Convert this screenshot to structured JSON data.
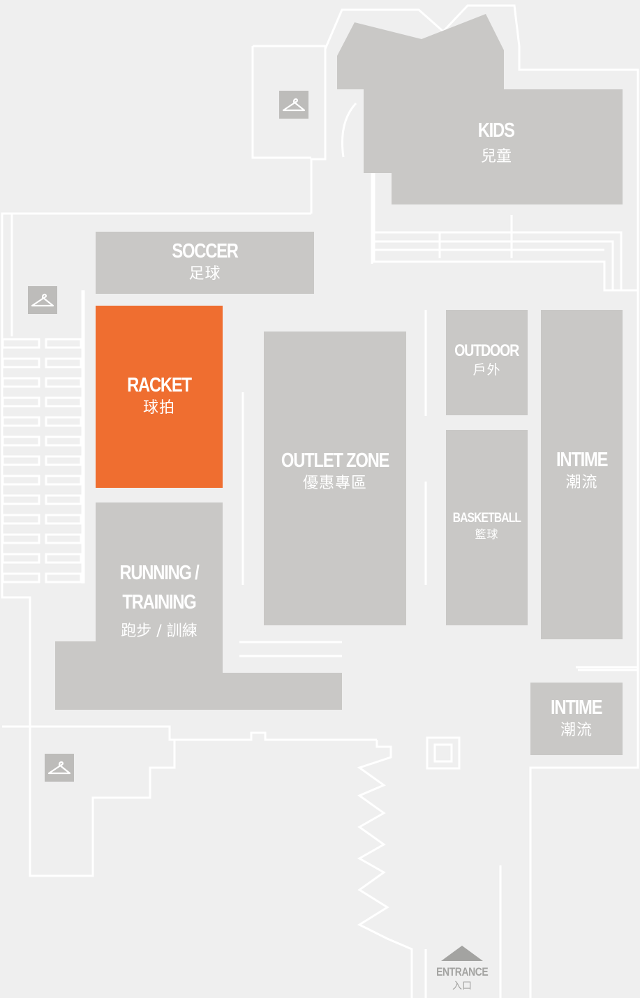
{
  "zones": {
    "kids": {
      "en": "KIDS",
      "zh": "兒童"
    },
    "soccer": {
      "en": "SOCCER",
      "zh": "足球"
    },
    "racket": {
      "en": "RACKET",
      "zh": "球拍"
    },
    "running": {
      "en": "RUNNING /\nTRAINING",
      "zh": "跑步 / 訓練"
    },
    "outlet": {
      "en": "OUTLET ZONE",
      "zh": "優惠專區"
    },
    "outdoor": {
      "en": "OUTDOOR",
      "zh": "戶外"
    },
    "basketball": {
      "en": "BASKETBALL",
      "zh": "籃球"
    },
    "intime1": {
      "en": "INTIME",
      "zh": "潮流"
    },
    "intime2": {
      "en": "INTIME",
      "zh": "潮流"
    }
  },
  "entrance": {
    "en": "ENTRANCE",
    "zh": "入口"
  },
  "icons": {
    "fitting_room": "hanger-icon"
  },
  "colors": {
    "zone": "#c9c8c6",
    "highlight": "#ef6e30",
    "background": "#efefef",
    "wall": "#ffffff"
  }
}
